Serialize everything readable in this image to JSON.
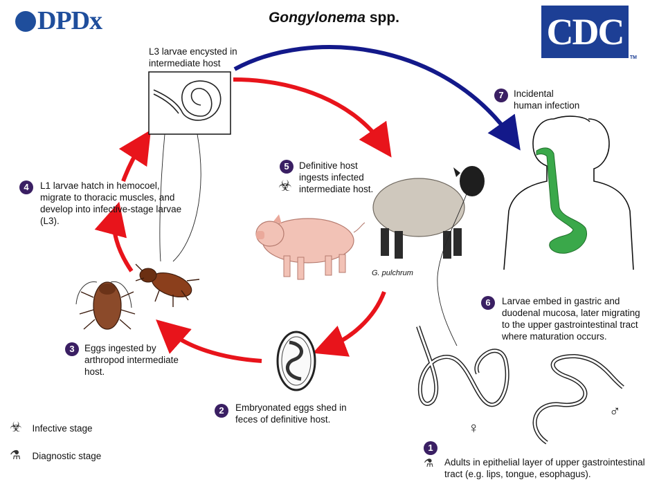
{
  "header": {
    "title_italic": "Gongylonema",
    "title_rest": " spp.",
    "logo_left": "DPDx",
    "logo_right": "CDC",
    "logo_tm": "TM"
  },
  "colors": {
    "step_badge": "#3a1f63",
    "red_arrow": "#e8141b",
    "blue_arrow": "#13198a",
    "green_tract": "#3aa84a"
  },
  "steps": {
    "s1": {
      "num": "1",
      "text": "Adults in epithelial layer of upper gastrointestinal tract (e.g. lips, tongue, esophagus)."
    },
    "s2": {
      "num": "2",
      "text": "Embryonated eggs shed in feces of definitive host."
    },
    "s3": {
      "num": "3",
      "text": "Eggs ingested by arthropod intermediate host."
    },
    "s4": {
      "num": "4",
      "text": "L1 larvae hatch in hemocoel, migrate to thoracic muscles, and develop into infective-stage larvae (L3)."
    },
    "s5": {
      "num": "5",
      "text": "Definitive host ingests infected intermediate host."
    },
    "s6": {
      "num": "6",
      "text": "Larvae embed in gastric and duodenal mucosa, later migrating to the upper gastrointestinal tract where maturation occurs."
    },
    "s7": {
      "num": "7",
      "text": "Incidental human infection"
    }
  },
  "labels": {
    "l3_box": "L3 larvae encysted in intermediate host",
    "species": "G. pulchrum",
    "female": "♀",
    "male": "♂"
  },
  "legend": {
    "infective": "Infective stage",
    "diagnostic": "Diagnostic stage"
  },
  "icons": [
    "biohazard-icon",
    "microscope-icon"
  ]
}
